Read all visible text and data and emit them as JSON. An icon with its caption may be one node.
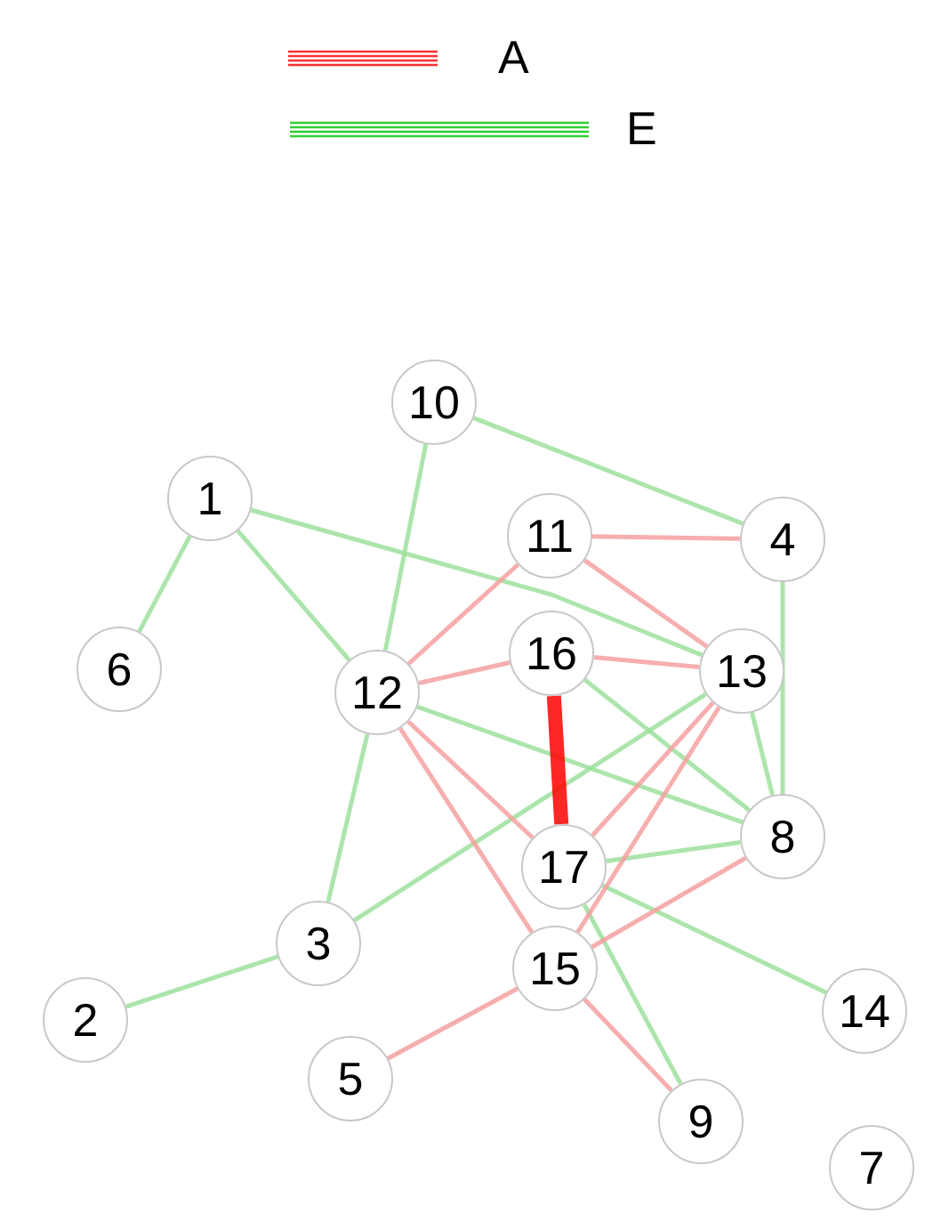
{
  "diagram": {
    "nodes": [
      {
        "text": [
          "1"
        ]
      },
      {
        "text": [
          "2"
        ]
      },
      {
        "text": [
          "3"
        ]
      },
      {
        "text": [
          "4"
        ]
      },
      {
        "text": [
          "5"
        ]
      },
      {
        "text": [
          "6"
        ]
      },
      {
        "text": [
          "7"
        ]
      },
      {
        "text": [
          "8"
        ]
      },
      {
        "text": [
          "9"
        ]
      },
      {
        "text": [
          "10"
        ]
      },
      {
        "text": [
          "11"
        ]
      },
      {
        "text": [
          "12"
        ]
      },
      {
        "text": [
          "13"
        ]
      },
      {
        "text": [
          "14"
        ]
      },
      {
        "text": [
          "15"
        ]
      },
      {
        "text": [
          "16"
        ]
      },
      {
        "text": [
          "17"
        ]
      }
    ],
    "edges": [
      {
        "from": 0,
        "to": 5,
        "arrow": "none",
        "color": "#9ee09e"
      },
      {
        "from": 0,
        "to": 11,
        "arrow": "none",
        "color": "#9ee09e"
      },
      {
        "from": 0,
        "to": 12,
        "arrow": "none",
        "color": "#9ee09e"
      },
      {
        "from": 9,
        "to": 11,
        "arrow": "none",
        "color": "#9ee09e"
      },
      {
        "from": 9,
        "to": 3,
        "arrow": "none",
        "color": "#9ee09e"
      },
      {
        "from": 3,
        "to": 7,
        "arrow": "none",
        "color": "#9ee09e"
      },
      {
        "from": 11,
        "to": 2,
        "arrow": "none",
        "color": "#9ee09e"
      },
      {
        "from": 2,
        "to": 1,
        "arrow": "none",
        "color": "#9ee09e"
      },
      {
        "from": 2,
        "to": 12,
        "arrow": "none",
        "color": "#9ee09e"
      },
      {
        "from": 11,
        "to": 7,
        "arrow": "none",
        "color": "#9ee09e"
      },
      {
        "from": 15,
        "to": 7,
        "arrow": "none",
        "color": "#9ee09e"
      },
      {
        "from": 12,
        "to": 7,
        "arrow": "none",
        "color": "#9ee09e"
      },
      {
        "from": 16,
        "to": 7,
        "arrow": "none",
        "color": "#9ee09e"
      },
      {
        "from": 16,
        "to": 13,
        "arrow": "none",
        "color": "#9ee09e"
      },
      {
        "from": 16,
        "to": 8,
        "arrow": "none",
        "color": "#9ee09e"
      },
      {
        "from": 10,
        "to": 3,
        "arrow": "none",
        "color": "#f5a0a0"
      },
      {
        "from": 10,
        "to": 11,
        "arrow": "none",
        "color": "#f5a0a0"
      },
      {
        "from": 10,
        "to": 12,
        "arrow": "none",
        "color": "#f5a0a0"
      },
      {
        "from": 15,
        "to": 11,
        "arrow": "none",
        "color": "#f5a0a0"
      },
      {
        "from": 15,
        "to": 12,
        "arrow": "none",
        "color": "#f5a0a0"
      },
      {
        "from": 15,
        "to": 16,
        "arrow": "none",
        "style": "thick",
        "color": "#ff0000"
      },
      {
        "from": 11,
        "to": 16,
        "arrow": "none",
        "color": "#f5a0a0"
      },
      {
        "from": 11,
        "to": 14,
        "arrow": "none",
        "color": "#f5a0a0"
      },
      {
        "from": 12,
        "to": 16,
        "arrow": "none",
        "color": "#f5a0a0"
      },
      {
        "from": 12,
        "to": 14,
        "arrow": "none",
        "color": "#f5a0a0"
      },
      {
        "from": 7,
        "to": 14,
        "arrow": "none",
        "color": "#f5a0a0"
      },
      {
        "from": 14,
        "to": 4,
        "arrow": "none",
        "color": "#f5a0a0"
      },
      {
        "from": 14,
        "to": 8,
        "arrow": "none",
        "color": "#f5a0a0"
      }
    ],
    "legend": [
      {
        "text": "A"
      },
      {
        "text": "E"
      }
    ]
  }
}
